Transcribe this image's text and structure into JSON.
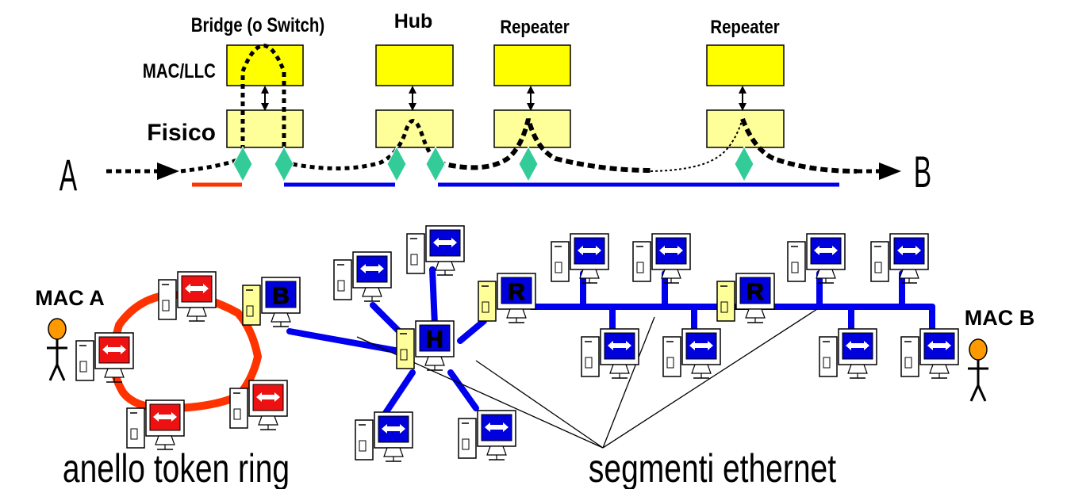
{
  "labels": {
    "bridge_title": "Bridge (o Switch)",
    "hub_title": "Hub",
    "repeater1_title": "Repeater",
    "repeater2_title": "Repeater",
    "mac_llc": "MAC/LLC",
    "fisico": "Fisico",
    "endpoint_a": "A",
    "endpoint_b": "B",
    "mac_a": "MAC A",
    "mac_b": "MAC B",
    "ring_caption": "anello token ring",
    "ethernet_caption": "segmenti ethernet",
    "bridge_letter": "B",
    "hub_letter": "H",
    "repeater_letter": "R"
  },
  "colors": {
    "layer_mac": "#ffff00",
    "layer_phys": "#ffff99",
    "token_ring": "#ff3300",
    "ethernet": "#0000ee",
    "port_diamond": "#33cc99",
    "station_red": "#ee1111",
    "station_blue": "#0000dd",
    "person": "#ff9900"
  },
  "icons": {
    "workstation": "workstation-icon",
    "person": "person-icon",
    "arrow": "double-arrow-icon"
  }
}
